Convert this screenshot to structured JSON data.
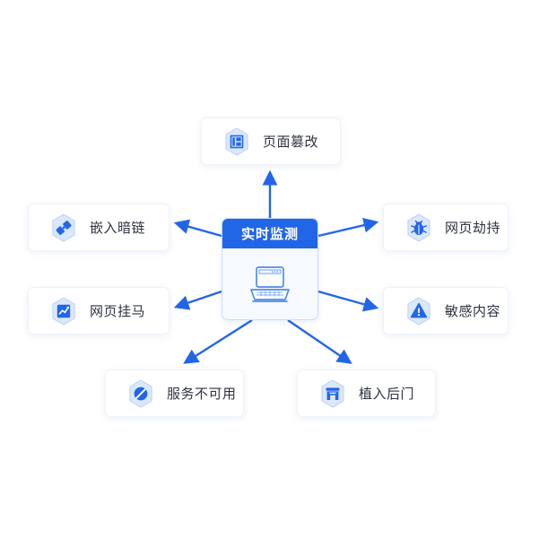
{
  "diagram": {
    "type": "radial-hub-and-spoke",
    "background_color": "#ffffff",
    "accent_color": "#2266e8",
    "center": {
      "title": "实时监测",
      "icon": "laptop-icon",
      "header_color": "#2266e8",
      "body_color": "#f6f9fe"
    },
    "nodes": [
      {
        "id": "page-tamper",
        "label": "页面篡改",
        "icon": "page-layout-icon",
        "position": "top"
      },
      {
        "id": "embedded-darklink",
        "label": "嵌入暗链",
        "icon": "dark-link-icon",
        "position": "left-top"
      },
      {
        "id": "webpage-trojan",
        "label": "网页挂马",
        "icon": "trend-chart-icon",
        "position": "left-bottom"
      },
      {
        "id": "webpage-hijack",
        "label": "网页劫持",
        "icon": "bug-icon",
        "position": "right-top"
      },
      {
        "id": "sensitive-content",
        "label": "敏感内容",
        "icon": "warning-triangle-icon",
        "position": "right-bottom"
      },
      {
        "id": "service-unavailable",
        "label": "服务不可用",
        "icon": "prohibition-icon",
        "position": "bottom-left"
      },
      {
        "id": "implanted-backdoor",
        "label": "植入后门",
        "icon": "backdoor-gate-icon",
        "position": "bottom-right"
      }
    ]
  }
}
